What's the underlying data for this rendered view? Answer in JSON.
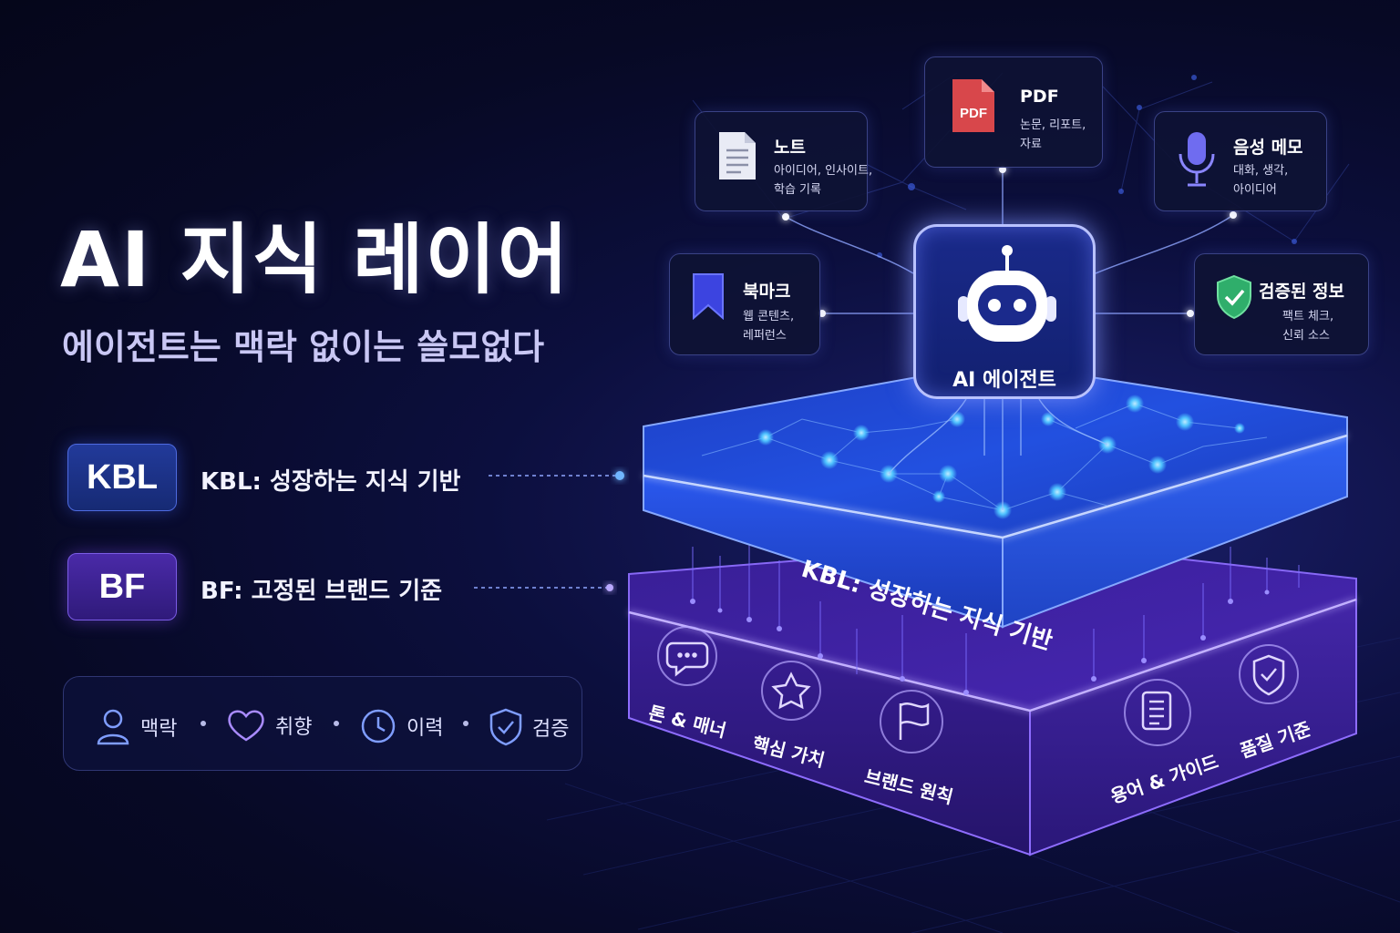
{
  "title": "AI 지식 레이어",
  "subtitle": "에이전트는 맥락 없이는 쓸모없다",
  "layers": {
    "kbl": {
      "badge": "KBL",
      "description": "KBL: 성장하는 지식 기반",
      "color": "#2f57e6"
    },
    "bf": {
      "badge": "BF",
      "description": "BF: 고정된 브랜드 기준",
      "color": "#6a3fe0"
    }
  },
  "legend": [
    {
      "label": "맥락",
      "icon": "person-icon"
    },
    {
      "label": "취향",
      "icon": "heart-icon"
    },
    {
      "label": "이력",
      "icon": "clock-icon"
    },
    {
      "label": "검증",
      "icon": "shield-check-icon"
    }
  ],
  "sources": {
    "note": {
      "title": "노트",
      "desc": [
        "아이디어, 인사이트,",
        "학습 기록"
      ],
      "icon": "document-icon"
    },
    "pdf": {
      "title": "PDF",
      "desc": [
        "논문, 리포트,",
        "자료"
      ],
      "icon": "pdf-icon",
      "icon_text": "PDF"
    },
    "voice": {
      "title": "음성 메모",
      "desc": [
        "대화, 생각,",
        "아이디어"
      ],
      "icon": "microphone-icon"
    },
    "bookmark": {
      "title": "북마크",
      "desc": [
        "웹 콘텐츠,",
        "레퍼런스"
      ],
      "icon": "bookmark-icon"
    },
    "verified": {
      "title": "검증된 정보",
      "desc": [
        "팩트 체크,",
        "신뢰 소스"
      ],
      "icon": "shield-check-icon"
    }
  },
  "agent": {
    "label": "AI 에이전트",
    "icon": "robot-icon"
  },
  "kbl_slab_label": "KBL: 성장하는 지식 기반",
  "bf_features": [
    {
      "label": "톤 & 매너",
      "icon": "chat-bubble-icon"
    },
    {
      "label": "핵심 가치",
      "icon": "star-icon"
    },
    {
      "label": "브랜드 원칙",
      "icon": "flag-icon"
    },
    {
      "label": "용어 & 가이드",
      "icon": "guide-document-icon"
    },
    {
      "label": "품질 기준",
      "icon": "shield-check-icon"
    }
  ],
  "colors": {
    "background": "#070925",
    "kbl_blue": "#2f57e6",
    "bf_purple": "#6a3fe0",
    "node_cyan": "#4fc3ff",
    "pdf_red": "#d8474b",
    "verified_green": "#2fae6b"
  }
}
